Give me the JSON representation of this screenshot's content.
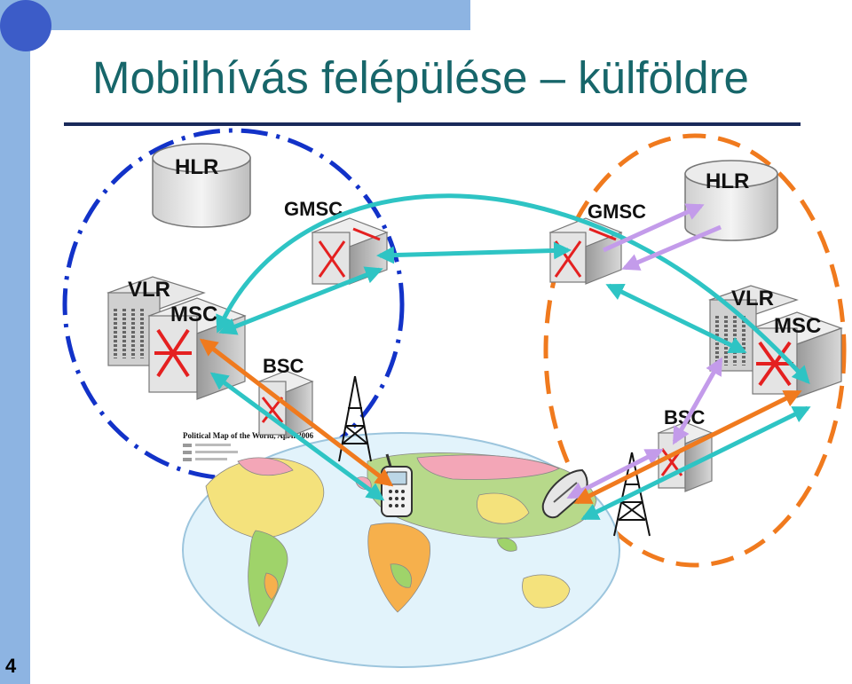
{
  "slide": {
    "title": "Mobilhívás felépülése – külföldre",
    "number": "4"
  },
  "diagram": {
    "home_network": {
      "hlr": "HLR",
      "gmsc": "GMSC",
      "vlr": "VLR",
      "msc": "MSC",
      "bsc": "BSC"
    },
    "visited_network": {
      "hlr": "HLR",
      "gmsc": "GMSC",
      "vlr": "VLR",
      "msc": "MSC",
      "bsc": "BSC"
    },
    "map_caption": "Political Map of the World, April 2006",
    "colors": {
      "teal": "#2ec4c4",
      "orange": "#f07a1e",
      "violet": "#c39bea",
      "home_boundary": "#1232c8",
      "visited_boundary": "#f07a1e",
      "title": "#17666a",
      "sidebar": "#8db4e2"
    }
  }
}
